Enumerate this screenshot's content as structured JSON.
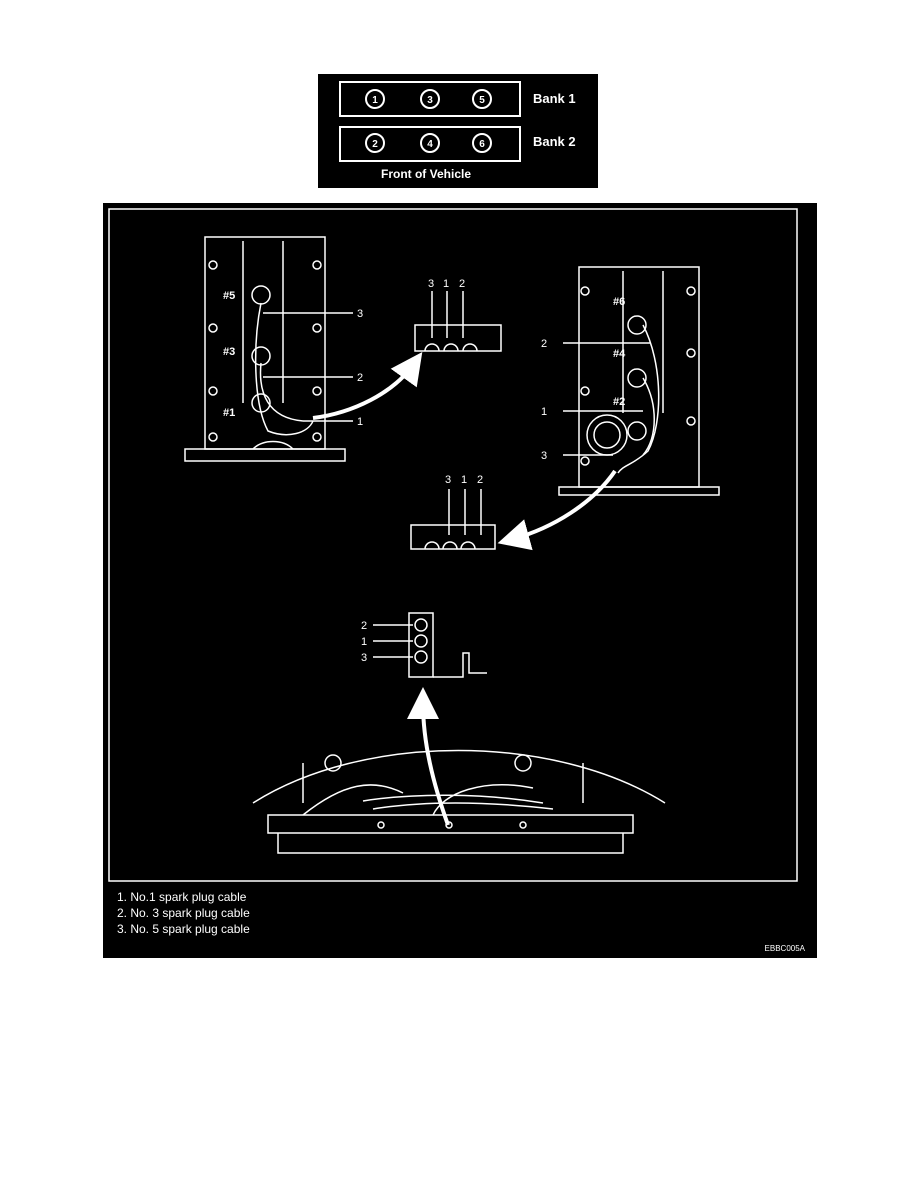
{
  "firing_diagram": {
    "bank1": {
      "label": "Bank 1",
      "cylinders": [
        "1",
        "3",
        "5"
      ]
    },
    "bank2": {
      "label": "Bank 2",
      "cylinders": [
        "2",
        "4",
        "6"
      ]
    },
    "front_label": "Front of Vehicle"
  },
  "bank1_head": {
    "cylinders": [
      "#5",
      "#3",
      "#1"
    ],
    "callouts": [
      "3",
      "2",
      "1"
    ]
  },
  "bank2_head": {
    "cylinders": [
      "#6",
      "#4",
      "#2"
    ],
    "callouts": [
      "2",
      "1",
      "3"
    ]
  },
  "connector_upper": {
    "labels": [
      "3",
      "1",
      "2"
    ]
  },
  "connector_lower": {
    "labels": [
      "3",
      "1",
      "2"
    ]
  },
  "bracket": {
    "labels": [
      "2",
      "1",
      "3"
    ]
  },
  "legend": [
    "1. No.1 spark plug cable",
    "2. No. 3 spark plug cable",
    "3. No. 5 spark plug cable"
  ],
  "figure_code": "EBBC005A",
  "colors": {
    "background": "#000000",
    "line": "#ffffff",
    "page": "#ffffff"
  }
}
